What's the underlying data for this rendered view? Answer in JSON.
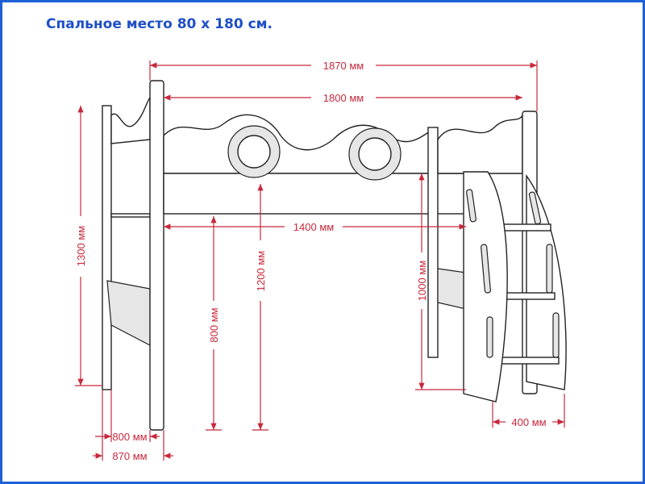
{
  "title": "Спальное место 80 х 180 см.",
  "colors": {
    "title": "#1f4fc8",
    "dimension": "#c8283c",
    "border": "#1f5fd6"
  },
  "dimensions": {
    "total_length": "1870 мм",
    "bed_length": "1800 мм",
    "under_length": "1400 мм",
    "total_height": "1300 мм",
    "bed_height": "1200 мм",
    "under_height": "800 мм",
    "ladder_height": "1000 мм",
    "ladder_depth": "400 мм",
    "bed_width": "800 мм",
    "total_width": "870 мм"
  }
}
